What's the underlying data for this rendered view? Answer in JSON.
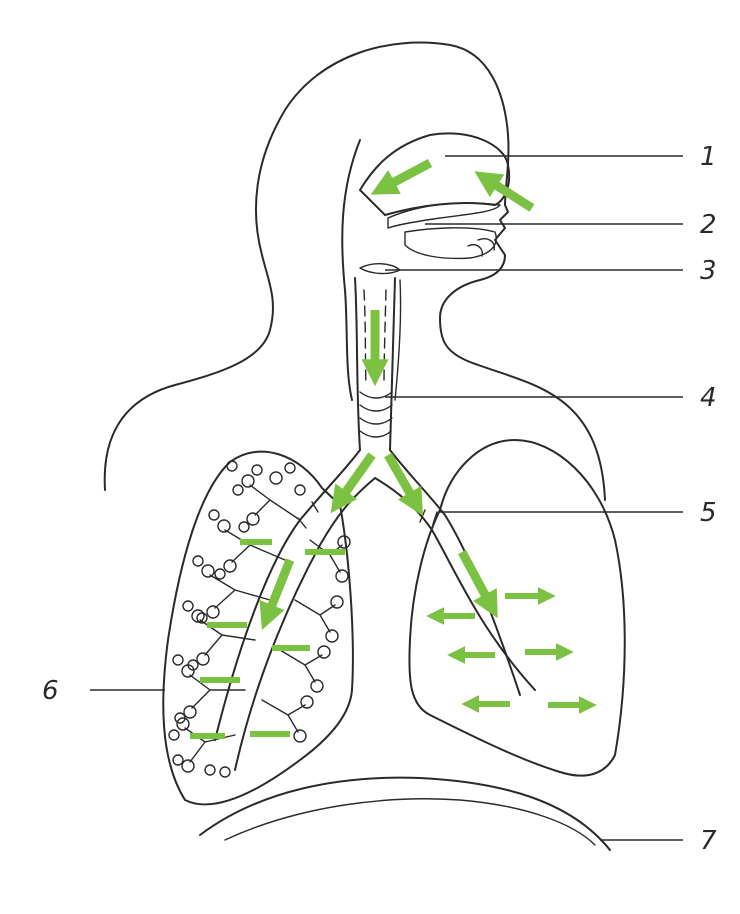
{
  "labels": {
    "l1": "1",
    "l2": "2",
    "l3": "3",
    "l4": "4",
    "l5": "5",
    "l6": "6",
    "l7": "7"
  },
  "colors": {
    "line": "#2a2a2a",
    "arrow": "#7cc242",
    "background": "#ffffff"
  },
  "icons": {
    "flow_arrow": "green-airflow-arrow"
  }
}
